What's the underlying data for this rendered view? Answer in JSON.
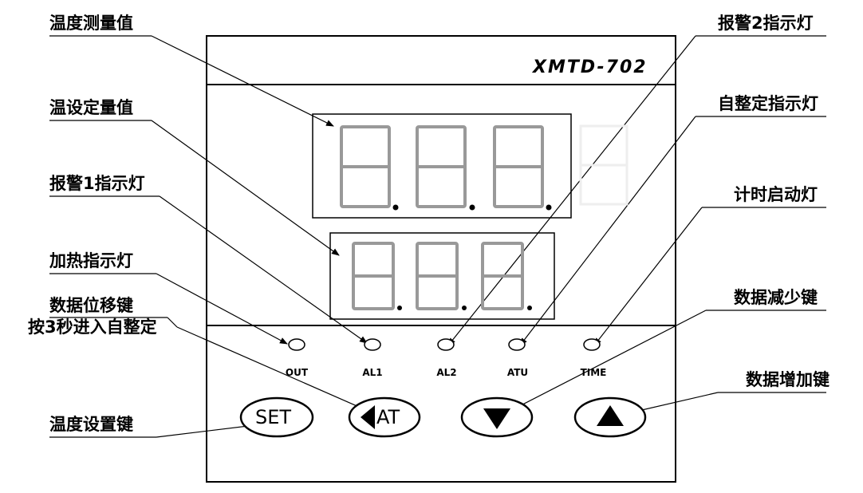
{
  "model": "XMTD-702",
  "labels": {
    "pv_display": "温度测量值",
    "sv_display": "温设定量值",
    "al1_light": "报警1指示灯",
    "out_light": "加热指示灯",
    "shift_key_line1": "数据位移键",
    "shift_key_line2": "按3秒进入自整定",
    "set_key": "温度设置键",
    "al2_light": "报警2指示灯",
    "atu_light": "自整定指示灯",
    "time_light": "计时启动灯",
    "down_key": "数据减少键",
    "up_key": "数据增加键"
  },
  "indicators": [
    "OUT",
    "AL1",
    "AL2",
    "ATU",
    "TIME"
  ],
  "keys": {
    "set": "SET",
    "at": "AT"
  },
  "icons": {
    "at_key": "left-triangle-icon",
    "down_key": "down-triangle-icon",
    "up_key": "up-triangle-icon",
    "indicator": "led-circle-icon"
  }
}
